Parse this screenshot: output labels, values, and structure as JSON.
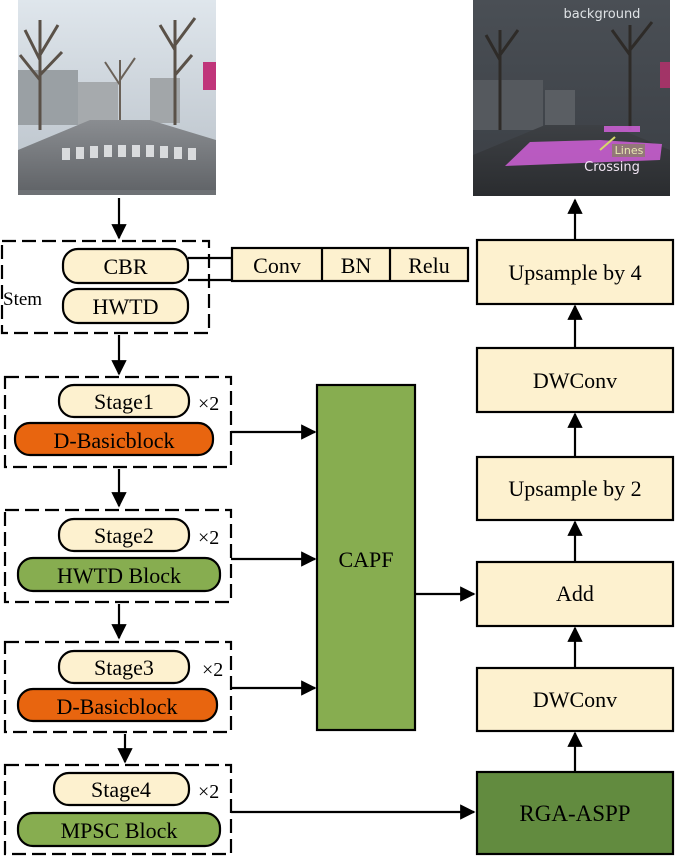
{
  "colors": {
    "cream": "#fdf1cf",
    "orange": "#e8650f",
    "green": "#87ad50",
    "dark_green": "#628b3f",
    "outline": "#000000"
  },
  "input_image": {
    "icon": "street-scene-photo-icon"
  },
  "output_image": {
    "icon": "segmentation-result-photo-icon",
    "labels": {
      "background": "background",
      "lines": "Lines",
      "crossing": "Crossing"
    }
  },
  "stem": {
    "label": "Stem",
    "cbr": "CBR",
    "hwtd": "HWTD",
    "cbr_detail": [
      "Conv",
      "BN",
      "Relu"
    ]
  },
  "stages": [
    {
      "name": "Stage1",
      "block": "D-Basicblock",
      "repeat": "×2",
      "block_color": "orange"
    },
    {
      "name": "Stage2",
      "block": "HWTD Block",
      "repeat": "×2",
      "block_color": "green"
    },
    {
      "name": "Stage3",
      "block": "D-Basicblock",
      "repeat": "×2",
      "block_color": "orange"
    },
    {
      "name": "Stage4",
      "block": "MPSC Block",
      "repeat": "×2",
      "block_color": "green"
    }
  ],
  "capf": "CAPF",
  "decoder": {
    "rga_aspp": "RGA-ASPP",
    "dwconv_low": "DWConv",
    "add": "Add",
    "upsample2": "Upsample by 2",
    "dwconv_high": "DWConv",
    "upsample4": "Upsample by 4"
  }
}
